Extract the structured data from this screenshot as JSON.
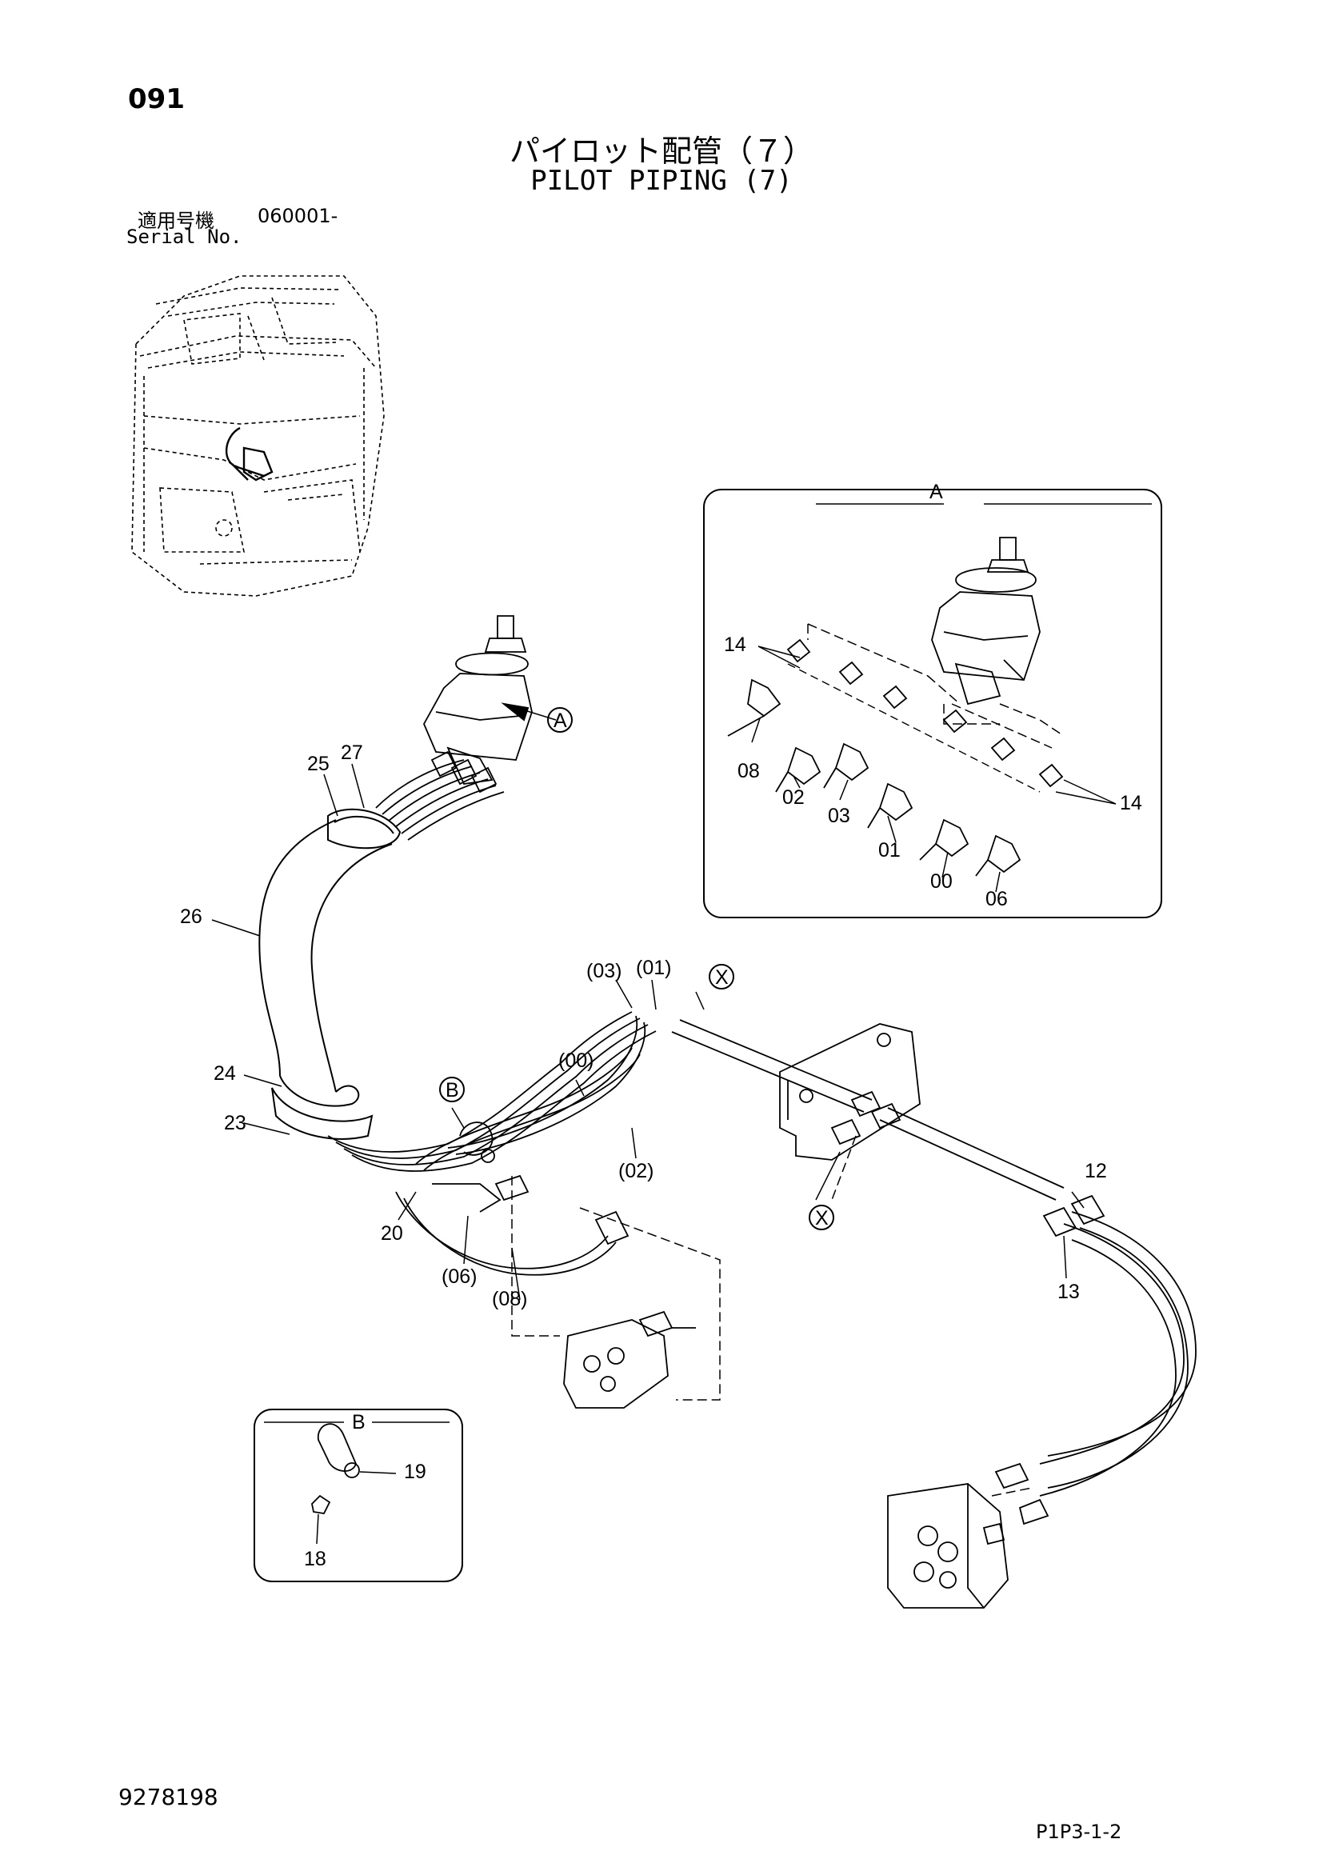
{
  "header": {
    "page_number": "091",
    "title_jp": "パイロット配管（７）",
    "title_en": "PILOT PIPING (7)",
    "serial_label_jp": "適用号機",
    "serial_number": "060001-",
    "serial_label_en": "Serial No."
  },
  "detail_a": {
    "label": "A",
    "callouts": [
      "14",
      "08",
      "02",
      "03",
      "01",
      "00",
      "06",
      "14"
    ]
  },
  "detail_b": {
    "label": "B",
    "callouts": [
      "19",
      "18"
    ]
  },
  "main_view": {
    "callout_a": "A",
    "callout_b": "B",
    "callout_x": "X",
    "callouts": [
      "25",
      "27",
      "26",
      "24",
      "23",
      "20",
      "(06)",
      "(08)",
      "(03)",
      "(01)",
      "(00)",
      "(02)",
      "12",
      "13"
    ]
  },
  "footer": {
    "document_number": "9278198",
    "page_code": "P1P3-1-2"
  }
}
